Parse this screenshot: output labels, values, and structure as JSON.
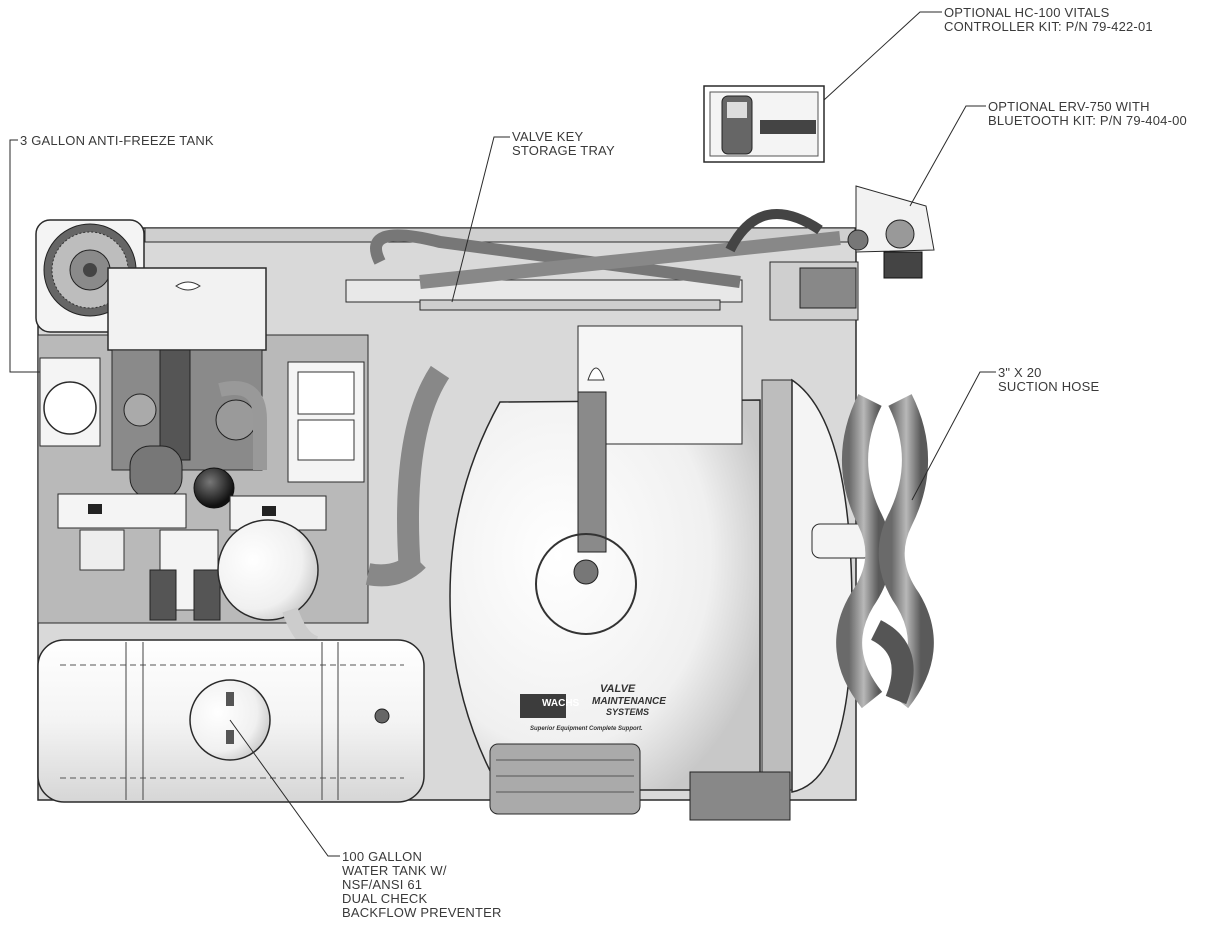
{
  "callouts": {
    "hc100": {
      "lines": [
        "OPTIONAL HC-100 VITALS",
        "CONTROLLER KIT: P/N 79-422-01"
      ]
    },
    "erv750": {
      "lines": [
        "OPTIONAL ERV-750 WITH",
        "BLUETOOTH KIT: P/N 79-404-00"
      ]
    },
    "antifreeze": {
      "lines": [
        "3 GALLON ANTI-FREEZE TANK"
      ]
    },
    "valve_key": {
      "lines": [
        "VALVE KEY",
        "STORAGE TRAY"
      ]
    },
    "suction_hose": {
      "lines": [
        "3\" X 20",
        "SUCTION HOSE"
      ]
    },
    "water_tank": {
      "lines": [
        "100 GALLON",
        "WATER TANK W/",
        "NSF/ANSI 61",
        "DUAL CHECK",
        "BACKFLOW PREVENTER"
      ]
    }
  },
  "branding": {
    "logo_text": "WACHS",
    "name_line1": "VALVE",
    "name_line2": "MAINTENANCE",
    "name_line3": "SYSTEMS",
    "tagline": "Superior Equipment  Complete Support."
  },
  "colors": {
    "line": "#2a2a2a",
    "callout_text": "#3a3a3a",
    "fill_light": "#f2f2f2",
    "fill_mid": "#9a9a9a",
    "fill_dark": "#5a5a5a"
  }
}
